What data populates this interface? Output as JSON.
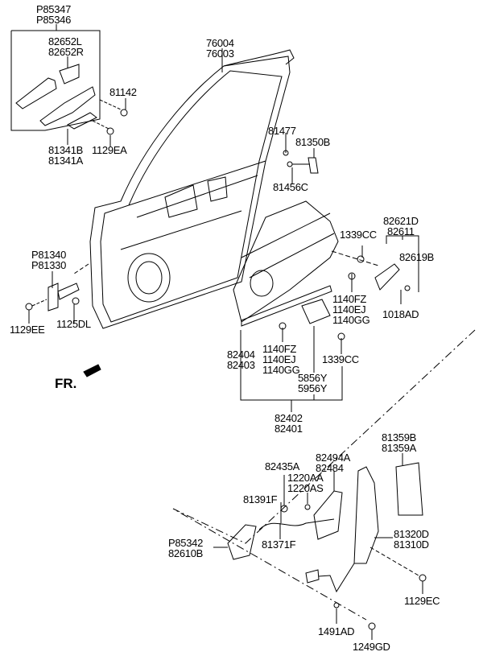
{
  "diagram": {
    "orientation_marker": "FR.",
    "line_color": "#000000",
    "background": "#ffffff",
    "labels": {
      "outside_handle_set": [
        "P85347",
        "P85346"
      ],
      "handle_cover": [
        "82652L",
        "82652R"
      ],
      "screw_81142": [
        "81142"
      ],
      "handle_base": [
        "81341B",
        "81341A"
      ],
      "bolt_1129ea": [
        "1129EA"
      ],
      "door_panel": [
        "76004",
        "76003"
      ],
      "bolt_81477": [
        "81477"
      ],
      "striker": [
        "81350B"
      ],
      "screw_81456c": [
        "81456C"
      ],
      "inside_handle_set": [
        "82621D",
        "82611"
      ],
      "nut_1339cc_top": [
        "1339CC"
      ],
      "cap_82619b": [
        "82619B"
      ],
      "checker": [
        "P81340",
        "P81330"
      ],
      "bolt_1140_right": [
        "1140FZ",
        "1140EJ",
        "1140GG"
      ],
      "screw_1018ad": [
        "1018AD"
      ],
      "bolt_1129ee": [
        "1129EE"
      ],
      "bolt_1125dl": [
        "1125DL"
      ],
      "regulator_panel": [
        "82404",
        "82403"
      ],
      "bolt_1140_left": [
        "1140FZ",
        "1140EJ",
        "1140GG"
      ],
      "nut_1339cc_bottom": [
        "1339CC"
      ],
      "motor": [
        "5856Y",
        "5956Y"
      ],
      "regulator_assy": [
        "82402",
        "82401"
      ],
      "latch_cover": [
        "81359B",
        "81359A"
      ],
      "bracket_82494a": [
        "82494A",
        "82484"
      ],
      "clip_82435a": [
        "82435A"
      ],
      "screw_1220": [
        "1220AA",
        "1220AS"
      ],
      "rod_81391f": [
        "81391F"
      ],
      "inside_handle": [
        "P85342",
        "82610B"
      ],
      "cable_81371f": [
        "81371F"
      ],
      "latch_assy": [
        "81320D",
        "81310D"
      ],
      "bolt_1129ec": [
        "1129EC"
      ],
      "grommet_1491ad": [
        "1491AD"
      ],
      "screw_1249gd": [
        "1249GD"
      ]
    }
  }
}
